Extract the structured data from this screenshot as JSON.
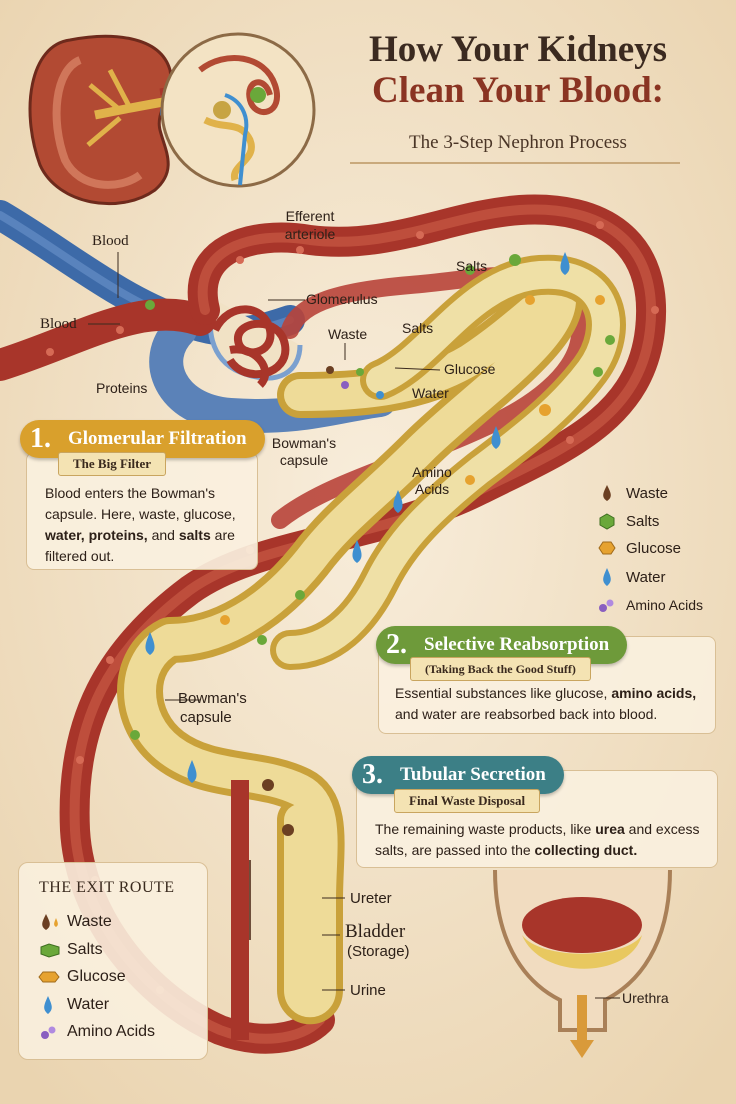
{
  "title": {
    "line1": "How Your Kidneys",
    "line2": "Clean Your Blood:",
    "subtitle": "The 3-Step Nephron Process"
  },
  "labels": {
    "efferent": "Efferent",
    "arteriole": "arteriole",
    "blood_top": "Blood",
    "blood_left": "Blood",
    "glomerulus": "Glomerulus",
    "proteins": "Proteins",
    "waste": "Waste",
    "salts_top": "Salts",
    "salts_mid": "Salts",
    "glucose": "Glucose",
    "water": "Water",
    "bowmans_top_1": "Bowman's",
    "bowmans_top_2": "capsule",
    "amino_1": "Amino",
    "amino_2": "Acids",
    "bowmans_low_1": "Bowman's",
    "bowmans_low_2": "capsule",
    "ureter": "Ureter",
    "bladder": "Bladder",
    "storage": "(Storage)",
    "urine": "Urine",
    "urethra": "Urethra"
  },
  "steps": [
    {
      "number": "1.",
      "title": "Glomerular Filtration",
      "subtitle": "The Big Filter",
      "text_parts": [
        "Blood enters the Bowman's capsule. Here, waste, glucose, ",
        "water, proteins,",
        " and ",
        "salts",
        " are filtered out."
      ],
      "color": "#d9a02c"
    },
    {
      "number": "2.",
      "title": "Selective Reabsorption",
      "subtitle": "(Taking Back the Good Stuff)",
      "text_parts": [
        "Essential substances like glucose, ",
        "amino acids,",
        " and water are reabsorbed back into blood."
      ],
      "color": "#6e9a3a"
    },
    {
      "number": "3.",
      "title": "Tubular Secretion",
      "subtitle": "Final Waste Disposal",
      "text_parts": [
        "The remaining waste products, like ",
        "urea",
        " and excess salts, are passed into the ",
        "collecting duct."
      ],
      "color": "#3c7f86"
    }
  ],
  "legend_right": [
    {
      "label": "Waste",
      "icon": "waste-drop-icon",
      "color": "#6b3f22"
    },
    {
      "label": "Salts",
      "icon": "salt-cube-icon",
      "color": "#6aa83a"
    },
    {
      "label": "Glucose",
      "icon": "glucose-hexagon-icon",
      "color": "#e6a22f"
    },
    {
      "label": "Water",
      "icon": "water-drop-icon",
      "color": "#3f8fd0"
    },
    {
      "label": "Amino Acids",
      "icon": "amino-acid-icon",
      "color": "#8a5fc0"
    }
  ],
  "exit_route": {
    "title": "THE EXIT ROUTE",
    "items": [
      {
        "label": "Waste",
        "icon": "waste-drop-icon",
        "color": "#6b3f22"
      },
      {
        "label": "Salts",
        "icon": "salt-cube-icon",
        "color": "#6aa83a"
      },
      {
        "label": "Glucose",
        "icon": "glucose-hexagon-icon",
        "color": "#e6a22f"
      },
      {
        "label": "Water",
        "icon": "water-drop-icon",
        "color": "#3f8fd0"
      },
      {
        "label": "Amino Acids",
        "icon": "amino-acid-icon",
        "color": "#8a5fc0"
      }
    ]
  },
  "colors": {
    "artery": "#a8352a",
    "vein": "#3d6aa8",
    "tubule": "#e7cf7e",
    "background": "#f4e6cf"
  }
}
